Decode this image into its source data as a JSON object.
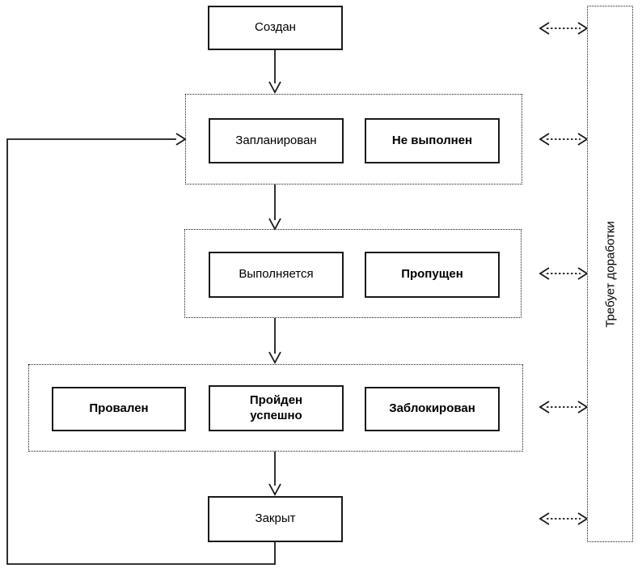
{
  "diagram": {
    "nodes": {
      "created": "Создан",
      "planned": "Запланирован",
      "not_executed": "Не выполнен",
      "executing": "Выполняется",
      "skipped": "Пропущен",
      "failed": "Провален",
      "passed": "Пройден успешно",
      "blocked": "Заблокирован",
      "closed": "Закрыт"
    },
    "side_panel": {
      "label": "Требует доработки"
    },
    "colors": {
      "stroke": "#1a1a1a",
      "background": "#ffffff",
      "text": "#000000"
    }
  }
}
